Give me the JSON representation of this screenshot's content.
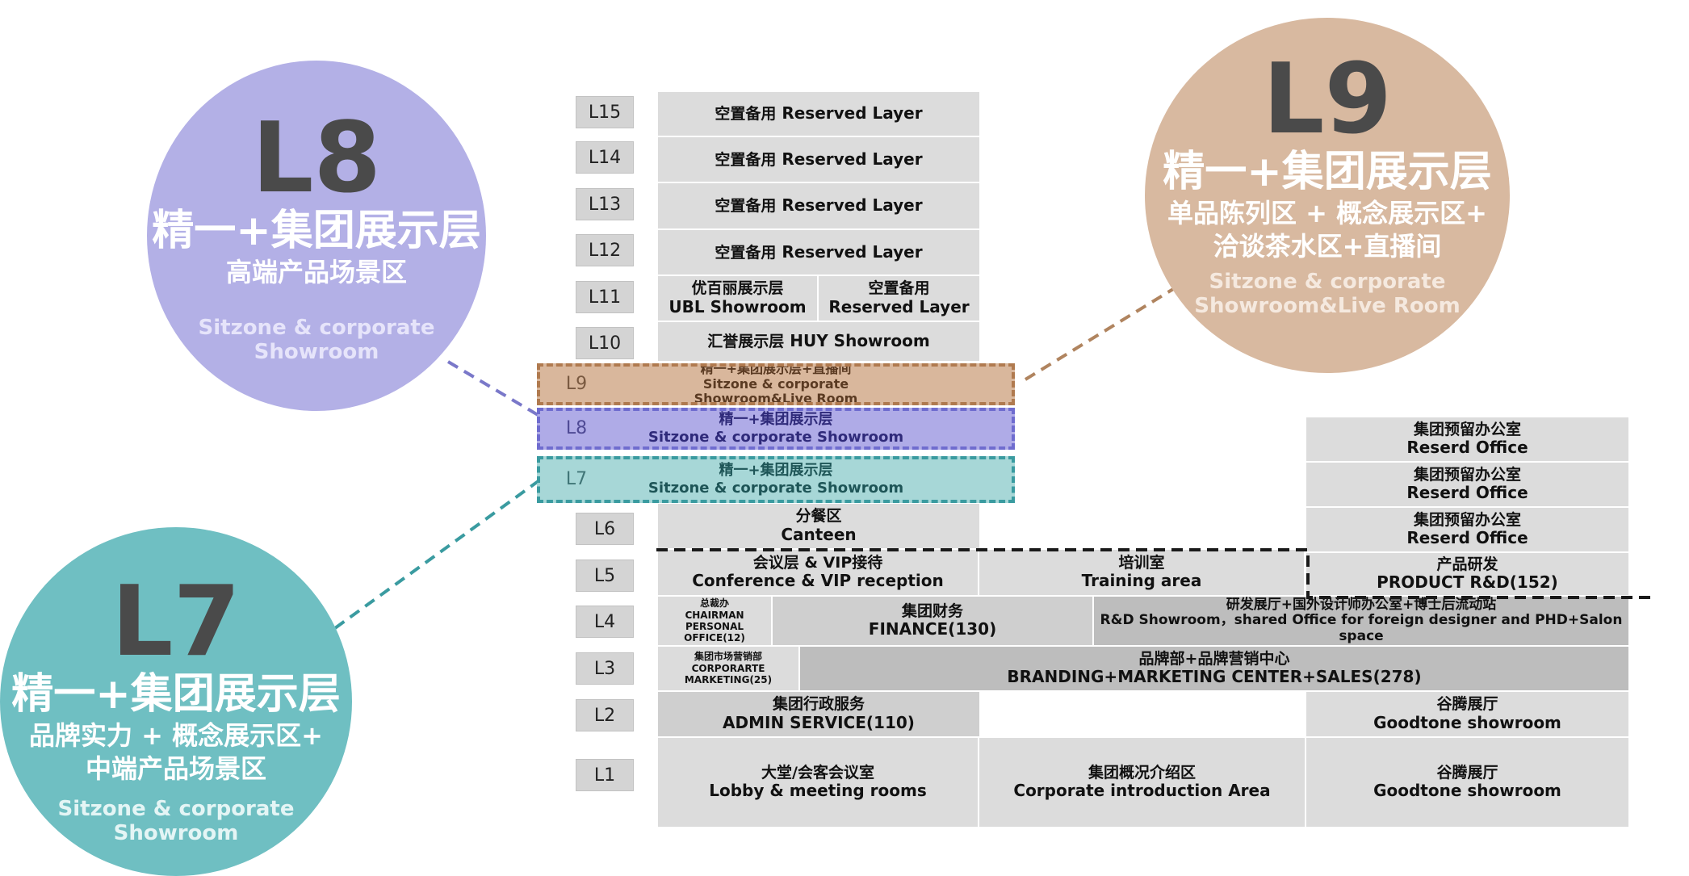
{
  "levels": [
    "L15",
    "L14",
    "L13",
    "L12",
    "L11",
    "L10",
    "L9",
    "L8",
    "L7",
    "L6",
    "L5",
    "L4",
    "L3",
    "L2",
    "L1"
  ],
  "floors": {
    "l15": {
      "zh": "空置备用",
      "en": "Reserved Layer"
    },
    "l14": {
      "zh": "空置备用",
      "en": "Reserved Layer"
    },
    "l13": {
      "zh": "空置备用",
      "en": "Reserved Layer"
    },
    "l12": {
      "zh": "空置备用",
      "en": "Reserved Layer"
    },
    "l11a": {
      "zh": "优百丽展示层",
      "en": "UBL Showroom"
    },
    "l11b": {
      "zh": "空置备用",
      "en": "Reserved Layer"
    },
    "l10": {
      "zh": "汇誉展示层",
      "en": "HUY Showroom"
    },
    "l9": {
      "zh": "精一+集团展示层+直播间",
      "en": "Sitzone & corporate",
      "en2": "Showroom&Live Room"
    },
    "l8": {
      "zh": "精一+集团展示层",
      "en": "Sitzone & corporate Showroom"
    },
    "l7": {
      "zh": "精一+集团展示层",
      "en": "Sitzone & corporate Showroom"
    },
    "l6": {
      "zh": "分餐区",
      "en": "Canteen"
    },
    "l5a": {
      "zh": "会议层 & VIP接待",
      "en": "Conference & VIP reception"
    },
    "l5b": {
      "zh": "培训室",
      "en": "Training area"
    },
    "l4a": {
      "zh": "总裁办",
      "en": "CHAIRMAN",
      "en2": "PERSONAL",
      "en3": "OFFICE(12)"
    },
    "l4b": {
      "zh": "集团财务",
      "en": "FINANCE(130)"
    },
    "l4c": {
      "zh": "研发展厅+国外设计师办公室+博士后流动站",
      "en": "R&D Showroom，shared Office for foreign designer and PHD+Salon space"
    },
    "l3a": {
      "zh": "集团市场营销部",
      "en": "CORPORARTE",
      "en2": "MARKETING(25)"
    },
    "l3b": {
      "zh": "品牌部+品牌营销中心",
      "en": "BRANDING+MARKETING CENTER+SALES(278)"
    },
    "l2a": {
      "zh": "集团行政服务",
      "en": "ADMIN SERVICE(110)"
    },
    "l2b": {
      "zh": "谷腾展厅",
      "en": "Goodtone showroom"
    },
    "l1a": {
      "zh": "大堂/会客会议室",
      "en": "Lobby & meeting rooms"
    },
    "l1b": {
      "zh": "集团概况介绍区",
      "en": "Corporate introduction Area"
    },
    "l1c": {
      "zh": "谷腾展厅",
      "en": "Goodtone showroom"
    }
  },
  "annex": [
    {
      "zh": "集团预留办公室",
      "en": "Reserd Office"
    },
    {
      "zh": "集团预留办公室",
      "en": "Reserd Office"
    },
    {
      "zh": "集团预留办公室",
      "en": "Reserd Office"
    },
    {
      "zh": "产品研发",
      "en": "PRODUCT R&D(152)"
    }
  ],
  "circles": {
    "l8": {
      "level": "L8",
      "title": "精一+集团展示层",
      "sub1": "高端产品场景区",
      "en1": "Sitzone & corporate",
      "en2": "Showroom",
      "color": "#b3b0e6"
    },
    "l9": {
      "level": "L9",
      "title": "精一+集团展示层",
      "sub1": "单品陈列区 + 概念展示区+",
      "sub2": "洽谈茶水区+直播间",
      "en1": "Sitzone & corporate",
      "en2": "Showroom&Live Room",
      "color": "#d8b9a0"
    },
    "l7": {
      "level": "L7",
      "title": "精一+集团展示层",
      "sub1": "品牌实力 + 概念展示区+",
      "sub2": "中端产品场景区",
      "en1": "Sitzone & corporate",
      "en2": "Showroom",
      "color": "#6fbfc2"
    }
  }
}
